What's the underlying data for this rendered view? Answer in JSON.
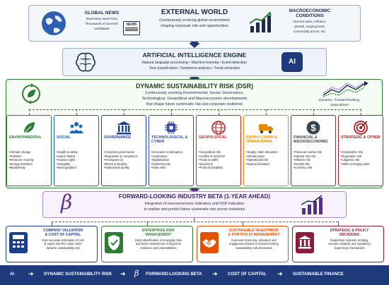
{
  "external_world": {
    "title": "EXTERNAL WORLD",
    "subtitle_1": "Continuously evolving global environment",
    "subtitle_2": "shaping corporate risk and opportunities",
    "global_news": {
      "title": "GLOBAL NEWS",
      "line1": "Real-time news from",
      "line2": "thousands of sources",
      "line3": "worldwide",
      "icon_label": "NEWS"
    },
    "macro": {
      "title1": "MACROECONOMIC",
      "title2": "CONDITIONS",
      "line1": "Interest rates, inflation,",
      "line2": "growth, employment,",
      "line3": "commodity prices, etc."
    }
  },
  "ai_engine": {
    "title": "ARTIFICIAL INTELLIGENCE ENGINE",
    "line1": "Natural language processing  •  Machine learning  •  Event detection",
    "line2": "Text classification  •  Sentiment analysis  •  Trend extraction",
    "badge": "AI"
  },
  "dsr": {
    "title": "DYNAMIC SUSTAINABILITY RISK (DSR)",
    "line1": "Continuously evolving Environmental, Social, Governance,",
    "line2": "Technological, Geopolitical and Macroeconomic developments",
    "line3": "that shape future systematic risk and corporate resilience",
    "chart_caption1": "Dynamic, Forward-looking,",
    "chart_caption2": "Data-driven"
  },
  "categories": [
    {
      "title": "ENVIRONMENTAL",
      "color": "#2e7d32",
      "icon": "leaf-icon",
      "items": [
        "Climate change",
        "Pollution",
        "Resource scarcity",
        "Energy transition",
        "Biodiversity"
      ]
    },
    {
      "title": "SOCIAL",
      "color": "#1565c0",
      "icon": "people-icon",
      "items": [
        "Health & safety",
        "Labor market",
        "Human rights",
        "Inequality",
        "Demographics"
      ]
    },
    {
      "title": "GOVERNANCE",
      "color": "#1a3f8f",
      "icon": "building-icon",
      "items": [
        "Corporate governance",
        "Regulation & compliance",
        "Transparency",
        "Ethics & integrity",
        "Institutional quality"
      ]
    },
    {
      "title": "TECHNOLOGICAL & CYBER",
      "color": "#3949ab",
      "icon": "chip-icon",
      "items": [
        "Innovation & disruption",
        "Automation",
        "Digitalization",
        "Cybersecurity",
        "Data risks"
      ]
    },
    {
      "title": "GEOPOLITICAL",
      "color": "#c62828",
      "icon": "globe-icon",
      "items": [
        "Geopolitical risk",
        "Conflict & terrorism",
        "Trade & tariffs",
        "Sanctions",
        "Political instability"
      ]
    },
    {
      "title": "SUPPLY CHAIN & OPERATIONAL",
      "color": "#e68a00",
      "icon": "truck-icon",
      "items": [
        "Supply chain disruption",
        "Infrastructure",
        "Operational risk",
        "Natural disasters"
      ]
    },
    {
      "title": "FINANCIAL & MACROECONOMIC",
      "color": "#37474f",
      "icon": "dollar-icon",
      "items": [
        "Financial market risk",
        "Interest rate risk",
        "Inflation risk",
        "Growth risk",
        "Currency risk"
      ]
    },
    {
      "title": "STRATEGIC & OTHER",
      "color": "#b71c1c",
      "icon": "target-icon",
      "items": [
        "Competitive risk",
        "Reputation risk",
        "Litigation risk",
        "Other emerging risks"
      ]
    }
  ],
  "beta": {
    "title": "FORWARD-LOOKING INDUSTRY BETA (1-YEAR AHEAD)",
    "line1": "Integration of macroeconomic indicators and DSR indicators",
    "line2": "to explain and predict future systematic risk across industries",
    "symbol": "β"
  },
  "outcomes": [
    {
      "title1": "COMPANY VALUATION",
      "title2": "& COST OF CAPITAL",
      "color": "#1a3f8f",
      "icon": "calculator-icon",
      "desc": [
        "More accurate estimation of cost",
        "of equity and firm value under",
        "dynamic sustainability risk"
      ]
    },
    {
      "title1": "ENTERPRISE RISK",
      "title2": "MANAGEMENT",
      "color": "#2e7d32",
      "icon": "shield-check-icon",
      "desc": [
        "Early identification of emerging risks",
        "and better assessment of long-term",
        "resilience and vulnerabilities"
      ]
    },
    {
      "title1": "SUSTAINABLE INVESTMENT",
      "title2": "& PORTFOLIO MANAGEMENT",
      "color": "#e65100",
      "icon": "handshake-icon",
      "desc": [
        "Improved screening, allocation and",
        "engagement based on forward-looking",
        "sustainability risk information"
      ]
    },
    {
      "title1": "STRATEGIC & POLICY",
      "title2": "DECISIONS",
      "color": "#8e1b3a",
      "icon": "institution-icon",
      "desc": [
        "Supporting corporate strategy,",
        "scenario analysis and regulatory/",
        "supervisory frameworks"
      ]
    }
  ],
  "footer": [
    "AI",
    "DYNAMIC SUSTAINABILITY RISK",
    "FORWARD-LOOKING BETA",
    "COST OF CAPITAL",
    "SUSTAINABLE FINANCE"
  ],
  "colors": {
    "navy": "#1c2b4a",
    "green": "#2e7d32",
    "purple": "#5a2d8a",
    "footer": "#1f3a7a"
  }
}
